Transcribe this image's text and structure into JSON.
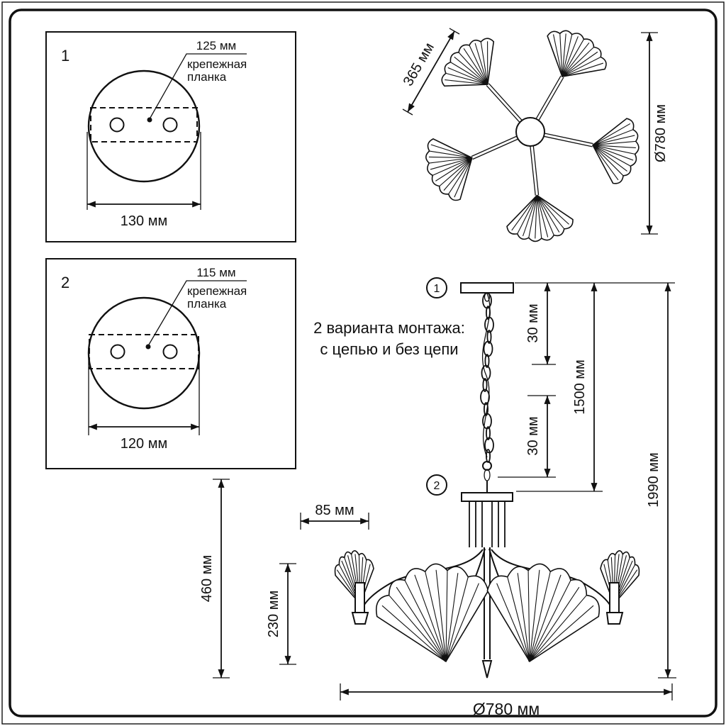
{
  "colors": {
    "ink": "#111111",
    "background": "#ffffff"
  },
  "panel1": {
    "num": "1",
    "lead_dim": "125 мм",
    "plate_line1": "крепежная",
    "plate_line2": "планка",
    "width_dim": "130 мм"
  },
  "panel2": {
    "num": "2",
    "lead_dim": "115 мм",
    "plate_line1": "крепежная",
    "plate_line2": "планка",
    "width_dim": "120 мм"
  },
  "top_view": {
    "arm_dim": "365 мм",
    "diameter_dim": "Ø780 мм"
  },
  "side_view": {
    "marker1": "1",
    "marker2": "2",
    "note_line1": "2 варианта монтажа:",
    "note_line2": "с цепью и без цепи",
    "canopy_height": "30 мм",
    "hook_height": "30 мм",
    "chain_length": "1500 мм",
    "total_height": "1990 мм",
    "offset_dim": "85 мм",
    "body_height": "460 мм",
    "shade_height": "230 мм",
    "diameter_dim": "Ø780 мм"
  }
}
